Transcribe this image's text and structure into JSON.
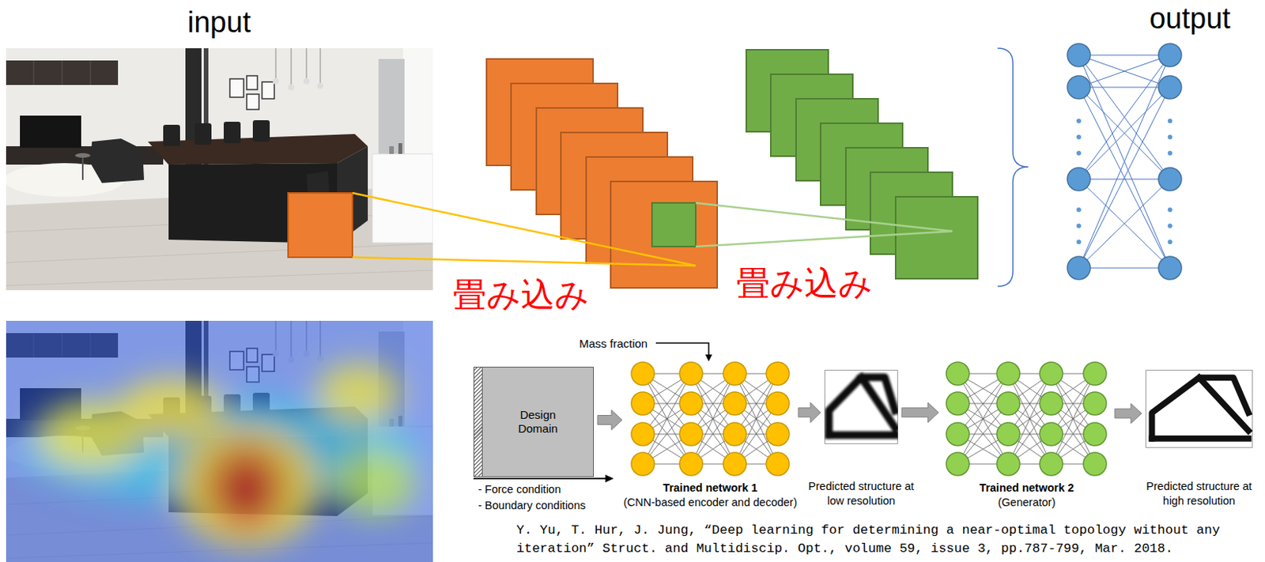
{
  "diagram": {
    "nodes": [
      {
        "text": [
          "Design Domain"
        ]
      },
      {
        "text": [
          "Trained network 1",
          "(CNN-based encoder and decoder)"
        ]
      },
      {
        "text": [
          "Predicted structure at low resolution"
        ]
      },
      {
        "text": [
          "Trained network 2",
          "(Generator)"
        ]
      },
      {
        "text": [
          "Predicted structure at high resolution"
        ]
      }
    ],
    "edges": [
      {
        "from": 0,
        "to": 1,
        "arrow": "to"
      },
      {
        "from": 1,
        "to": 2,
        "arrow": "to"
      },
      {
        "from": 2,
        "to": 3,
        "arrow": "to"
      },
      {
        "from": 3,
        "to": 4,
        "arrow": "to"
      }
    ],
    "labels": [
      "input",
      "output",
      "畳み込み",
      "畳み込み",
      "Mass fraction",
      "- Force condition",
      "- Boundary conditions",
      "Y. Yu, T. Hur, J. Jung, “Deep learning for determining a near-optimal topology without any iteration” Struct. and Multidiscip. Opt., volume 59, issue 3, pp.787-799, Mar. 2018."
    ]
  }
}
